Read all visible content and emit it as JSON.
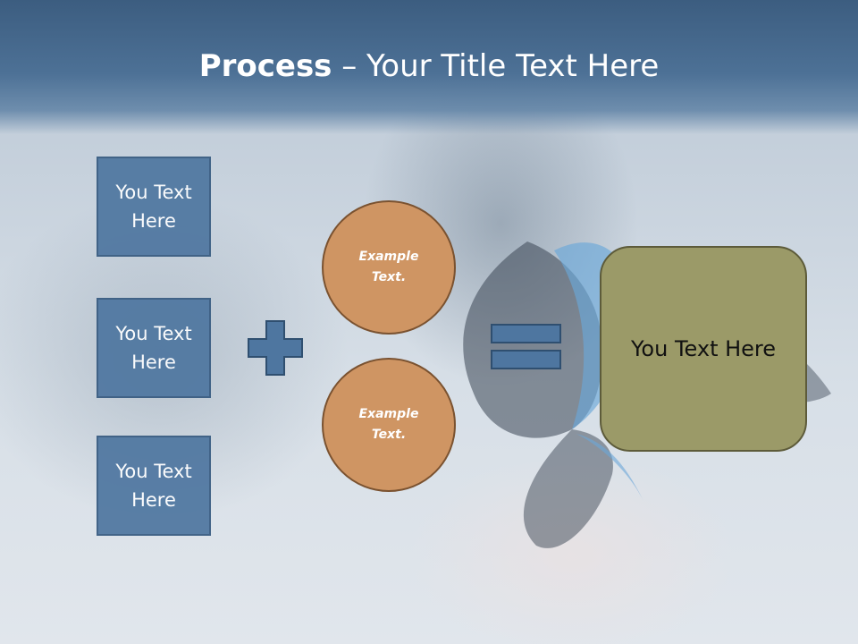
{
  "slide": {
    "title_bold": "Process",
    "title_rest": " – Your Title Text Here"
  },
  "inputs": [
    {
      "label": "You Text Here"
    },
    {
      "label": "You Text Here"
    },
    {
      "label": "You Text Here"
    }
  ],
  "examples": [
    {
      "label": "Example Text."
    },
    {
      "label": "Example Text."
    }
  ],
  "result": {
    "label": "You Text Here"
  },
  "colors": {
    "title_band": "#4d7196",
    "box_fill": "#4e76a0",
    "circle_fill": "#cf9563",
    "result_fill": "#9b9a68",
    "operator_fill": "#4e76a0"
  },
  "icons": {
    "plus": "plus-icon",
    "equals": "equals-icon"
  }
}
